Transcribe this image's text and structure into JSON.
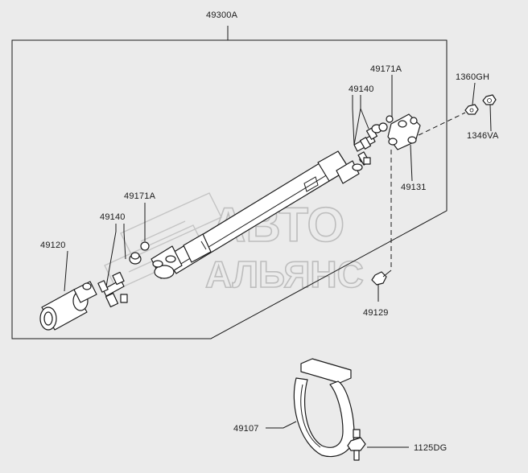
{
  "assembly_label": "49300A",
  "watermark": {
    "line1": "АВТО",
    "line2": "АЛЬЯНС"
  },
  "labels": {
    "l49171A_top": "49171A",
    "l49140_top": "49140",
    "l1360GH": "1360GH",
    "l1346VA": "1346VA",
    "l49131": "49131",
    "l49171A_mid": "49171A",
    "l49140_mid": "49140",
    "l49120": "49120",
    "l49129": "49129",
    "l49107": "49107",
    "l1125DG": "1125DG"
  }
}
